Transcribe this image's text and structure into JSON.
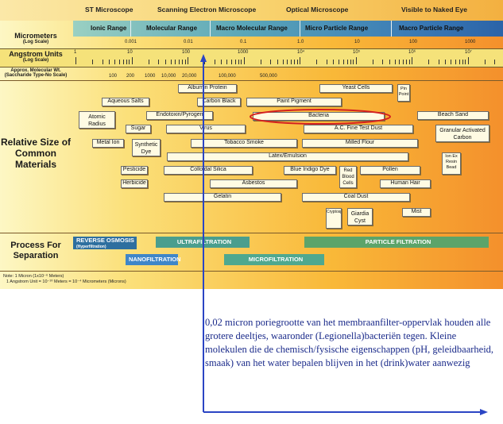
{
  "header": {
    "st_microscope": "ST Microscope",
    "sem": "Scanning Electron Microscope",
    "optical": "Optical Microscope",
    "naked_eye": "Visible to Naked Eye"
  },
  "ranges": [
    "Ionic Range",
    "Molecular Range",
    "Macro Molecular Range",
    "Micro Particle Range",
    "Macro Particle Range"
  ],
  "rows": {
    "micrometers": "Micrometers",
    "micrometers_scale": "(Log Scale)",
    "angstrom": "Angstrom Units",
    "angstrom_scale": "(Log Scale)",
    "molwt": "Approx. Molecular Wt.",
    "molwt_sub": "(Saccharide Type-No Scale)",
    "relative": "Relative Size of Common Materials",
    "process": "Process For Separation"
  },
  "micrometer_ticks": [
    "0.001",
    "0.01",
    "0.1",
    "1.0",
    "10",
    "100",
    "1000"
  ],
  "angstrom_ticks": [
    "1",
    "10",
    "100",
    "1000",
    "10⁴",
    "10⁵",
    "10⁶",
    "10⁷"
  ],
  "molwt_ticks": [
    "100",
    "200",
    "1000",
    "10,000",
    "20,000",
    "100,000",
    "500,000"
  ],
  "materials": [
    "Albumin Protein",
    "Aqueous Salts",
    "Carbon Black",
    "Paint Pigment",
    "Yeast Cells",
    "Pin Point",
    "Atomic Radius",
    "Endotoxin/Pyrogen",
    "Bacteria",
    "Beach Sand",
    "Sugar",
    "Virus",
    "A.C. Fine Test Dust",
    "Granular Activated Carbon",
    "Metal Ion",
    "Synthetic Dye",
    "Tobacco Smoke",
    "Milled Flour",
    "Latex/Emulsion",
    "Ion Ex Resin Bead",
    "Pesticide",
    "Colloidal Silica",
    "Blue Indigo Dye",
    "Red Blood Cells",
    "Pollen",
    "Herbicide",
    "Asbestos",
    "Human Hair",
    "Gelatin",
    "Coal Dust",
    "Cryptosporidium",
    "Giardia Cyst",
    "Mist"
  ],
  "processes": {
    "ro": "REVERSE OSMOSIS",
    "ro_sub": "(Hyperfiltration)",
    "uf": "ULTRAFILTRATION",
    "nf": "NANOFILTRATION",
    "mf": "MICROFILTRATION",
    "pf": "PARTICLE FILTRATION"
  },
  "note": {
    "line1": "Note: 1 Micron (1x10⁻⁶ Meters)",
    "line2": "1 Angstrom Unit = 10⁻¹⁰ Meters = 10⁻⁴ Micrometers (Microns)"
  },
  "annotation": "0,02 micron poriegrootte van het membraanfilter-oppervlak houden alle grotere deeltjes, waaronder (Legionella)bacteriën tegen. Kleine molekulen die de chemisch/fysische eigenschappen (pH, geleidbaarheid, smaak) van het water bepalen blijven in het (drink)water aanwezig",
  "colors": {
    "ro": "#2e6f9f",
    "uf": "#4a9e8e",
    "nf": "#3f86c8",
    "mf": "#4fa88f",
    "pf": "#5ca46a",
    "arrow": "#2b45c4",
    "highlight": "#d42020"
  }
}
